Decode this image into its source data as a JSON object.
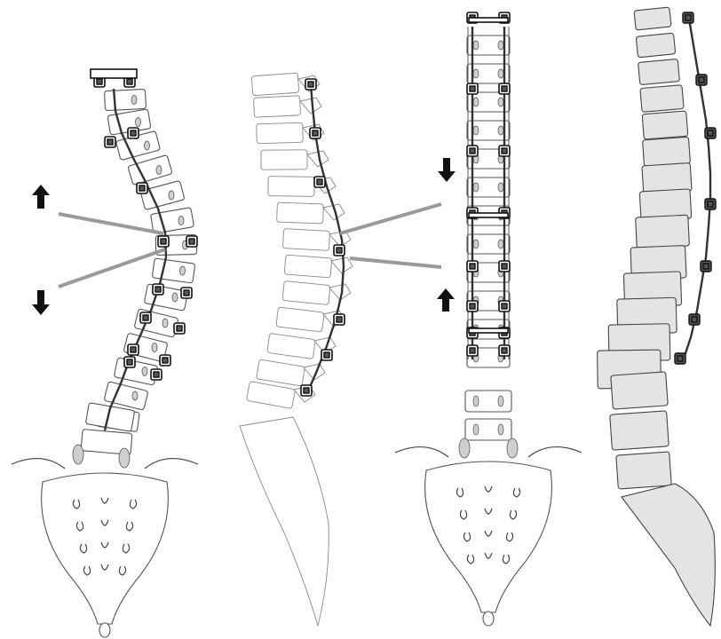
{
  "figure": {
    "panels": [
      {
        "name": "coronal-scoliosis-instrumented",
        "view": "posterior"
      },
      {
        "name": "sagittal-scoliosis-instrumented",
        "view": "lateral"
      },
      {
        "name": "coronal-corrected",
        "view": "posterior"
      },
      {
        "name": "sagittal-corrected",
        "view": "lateral"
      }
    ],
    "arrows": [
      {
        "panel": 1,
        "direction": "up"
      },
      {
        "panel": 1,
        "direction": "down"
      },
      {
        "panel": 3,
        "direction": "down"
      },
      {
        "panel": 3,
        "direction": "up"
      }
    ],
    "colors": {
      "bone_outline": "#555555",
      "bone_fill_lateral": "#e4e4e4",
      "pointer_line": "#9a9a9a",
      "arrow": "#111111",
      "hardware": "#111111"
    }
  }
}
